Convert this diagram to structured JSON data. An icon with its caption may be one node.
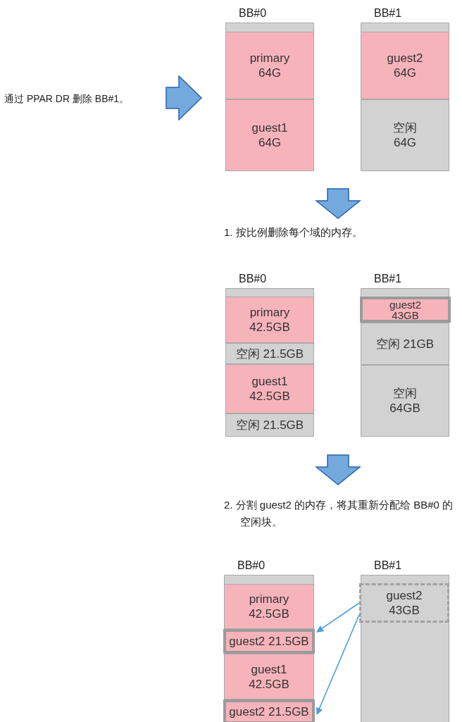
{
  "diagram": {
    "nodes": [
      {
        "text": [
          "BB#0"
        ]
      },
      {
        "text": [
          "primary",
          "64G"
        ],
        "in": 0
      },
      {
        "text": [
          "guest1",
          "64G"
        ],
        "in": 0
      },
      {
        "text": [
          "BB#1"
        ]
      },
      {
        "text": [
          "guest2",
          "64G"
        ],
        "in": 3
      },
      {
        "text": [
          "空闲",
          "64G"
        ],
        "in": 3
      },
      {
        "text": [
          "BB#0"
        ]
      },
      {
        "text": [
          "primary",
          "42.5GB"
        ],
        "in": 6
      },
      {
        "text": [
          "空闲 21.5GB"
        ],
        "in": 6
      },
      {
        "text": [
          "guest1",
          "42.5GB"
        ],
        "in": 6
      },
      {
        "text": [
          "空闲 21.5GB"
        ],
        "in": 6
      },
      {
        "text": [
          "BB#1"
        ]
      },
      {
        "text": [
          "guest2",
          "43GB"
        ],
        "in": 11
      },
      {
        "text": [
          "空闲 21GB"
        ],
        "in": 11
      },
      {
        "text": [
          "空闲",
          "64GB"
        ],
        "in": 11
      },
      {
        "text": [
          "BB#0"
        ]
      },
      {
        "text": [
          "primary",
          "42.5GB"
        ],
        "in": 15
      },
      {
        "text": [
          "guest2 21.5GB"
        ],
        "in": 15
      },
      {
        "text": [
          "guest1",
          "42.5GB"
        ],
        "in": 15
      },
      {
        "text": [
          "guest2 21.5GB"
        ],
        "in": 15
      },
      {
        "text": [
          "BB#1"
        ]
      },
      {
        "text": [
          "guest2",
          "43GB"
        ],
        "in": 20
      }
    ],
    "edges": [
      {
        "from": 21,
        "to": 17,
        "arrow": "to"
      },
      {
        "from": 21,
        "to": 19,
        "arrow": "to"
      }
    ],
    "labels": [
      "通过 PPAR DR 删除 BB#1。",
      "1. 按比例删除每个域的内存。",
      "2. 分割 guest2 的内存，将其重新分配给 BB#0 的空闲块。"
    ]
  }
}
